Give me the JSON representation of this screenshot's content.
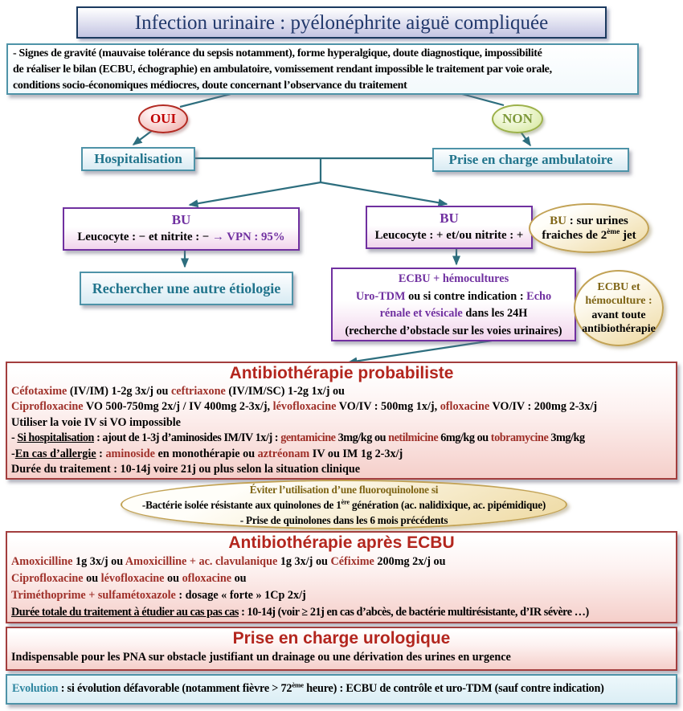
{
  "palette": {
    "teal_accent": "#2e86a0",
    "purple_accent": "#7030a0",
    "title_red": "#b3261e",
    "drug_red": "#9e2f28",
    "gold_accent": "#7e6414",
    "navy_title": "#21386b"
  },
  "title": "Infection urinaire : pyélonéphrite aiguë compliquée",
  "criteria": {
    "lines": [
      "- Signes de gravité (mauvaise tolérance du sepsis notamment), forme hyperalgique, doute diagnostique, impossibilité",
      "de réaliser le bilan (ECBU, échographie) en ambulatoire, vomissement rendant impossible le traitement par voie orale,",
      "conditions socio-économiques médiocres, doute concernant l’observance du traitement"
    ]
  },
  "decision": {
    "yes": "OUI",
    "no": "NON"
  },
  "hospitalisation": {
    "label": "Hospitalisation"
  },
  "ambulatoire": {
    "label": "Prise en charge ambulatoire"
  },
  "bu_negative": {
    "title": "BU",
    "line": [
      {
        "t": "Leucocyte : − et nitrite : − "
      },
      {
        "t": "→ VPN : 95%",
        "c": "purple"
      }
    ]
  },
  "bu_positive": {
    "title": "BU",
    "line": [
      {
        "t": "Leucocyte : + "
      },
      {
        "t": "et/ou",
        "c": "b"
      },
      {
        "t": " nitrite : +"
      }
    ]
  },
  "bu_note": {
    "line1": [
      {
        "t": "BU",
        "c": "gold"
      },
      {
        "t": " : sur urines"
      }
    ],
    "line2": [
      {
        "t": "fraiches de 2"
      },
      {
        "t": "ème",
        "c": "sup"
      },
      {
        "t": " jet"
      }
    ]
  },
  "etiologie": {
    "label": "Rechercher une autre étiologie"
  },
  "ecbu": {
    "lines": [
      [
        {
          "t": "ECBU + hémocultures",
          "c": "purple"
        }
      ],
      [
        {
          "t": "Uro-TDM",
          "c": "purple"
        },
        {
          "t": " ou si contre indication : "
        },
        {
          "t": "Echo",
          "c": "purple"
        }
      ],
      [
        {
          "t": "rénale et vésicale",
          "c": "purple"
        },
        {
          "t": " dans les 24H"
        }
      ],
      [
        {
          "t": "(recherche d’obstacle sur les voies urinaires)"
        }
      ]
    ]
  },
  "ecbu_note": {
    "lines": [
      [
        {
          "t": "ECBU et",
          "c": "gold"
        }
      ],
      [
        {
          "t": "hémoculture :",
          "c": "gold"
        }
      ],
      [
        {
          "t": "avant toute"
        }
      ],
      [
        {
          "t": "antibiothérapie"
        }
      ]
    ]
  },
  "probabiliste": {
    "title": "Antibiothérapie probabiliste",
    "lines": [
      [
        {
          "t": "Céfotaxime ",
          "c": "red"
        },
        {
          "t": "(IV/IM) 1-2g 3x/j ou "
        },
        {
          "t": "ceftriaxone ",
          "c": "red"
        },
        {
          "t": "(IV/IM/SC) 1-2g 1x/j ou"
        }
      ],
      [
        {
          "t": "Ciprofloxacine ",
          "c": "red"
        },
        {
          "t": "VO 500-750mg 2x/j / IV 400mg 2-3x/j, "
        },
        {
          "t": "lévofloxacine ",
          "c": "red"
        },
        {
          "t": "VO/IV : 500mg 1x/j, "
        },
        {
          "t": "ofloxacine ",
          "c": "red"
        },
        {
          "t": "VO/IV : 200mg 2-3x/j"
        }
      ],
      [
        {
          "t": "Utiliser la voie IV si VO impossible"
        }
      ],
      [
        {
          "t": "- "
        },
        {
          "t": "Si hospitalisation",
          "c": "u"
        },
        {
          "t": " : ajout de 1-3j d’aminosides IM/IV 1x/j : "
        },
        {
          "t": "gentamicine ",
          "c": "red"
        },
        {
          "t": "3mg/kg ou "
        },
        {
          "t": "netilmicine ",
          "c": "red"
        },
        {
          "t": "6mg/kg ou "
        },
        {
          "t": "tobramycine ",
          "c": "red"
        },
        {
          "t": "3mg/kg"
        }
      ],
      [
        {
          "t": "-"
        },
        {
          "t": "En cas d’allergie",
          "c": "u"
        },
        {
          "t": " : "
        },
        {
          "t": "aminoside ",
          "c": "red"
        },
        {
          "t": "en monothérapie ou "
        },
        {
          "t": "aztréonam ",
          "c": "red"
        },
        {
          "t": "IV ou IM 1g 2-3x/j"
        }
      ],
      [
        {
          "t": "Durée du traitement : 10-14j voire 21j ou plus selon la situation clinique"
        }
      ]
    ]
  },
  "fluoroquinolone": {
    "lines": [
      [
        {
          "t": "Éviter l’utilisation d’une fluoroquinolone si",
          "c": "gold"
        }
      ],
      [
        {
          "t": "-Bactérie isolée résistante aux quinolones de 1"
        },
        {
          "t": "ère",
          "c": "sup"
        },
        {
          "t": " génération (ac. nalidixique, ac. pipémidique)"
        }
      ],
      [
        {
          "t": "- Prise de quinolones dans les 6 mois précédents"
        }
      ]
    ]
  },
  "apres_ecbu": {
    "title": "Antibiothérapie après ECBU",
    "lines": [
      [
        {
          "t": "Amoxicilline ",
          "c": "red"
        },
        {
          "t": "1g 3x/j ou "
        },
        {
          "t": "Amoxicilline + ac. clavulanique ",
          "c": "red"
        },
        {
          "t": "1g 3x/j ou "
        },
        {
          "t": "Céfixime ",
          "c": "red"
        },
        {
          "t": "200mg 2x/j ou"
        }
      ],
      [
        {
          "t": "Ciprofloxacine ",
          "c": "red"
        },
        {
          "t": "ou "
        },
        {
          "t": "lévofloxacine ",
          "c": "red"
        },
        {
          "t": "ou "
        },
        {
          "t": "ofloxacine ",
          "c": "red"
        },
        {
          "t": "ou"
        }
      ],
      [
        {
          "t": "Triméthoprime + sulfamétoxazole",
          "c": "red"
        },
        {
          "t": " : dosage « forte » 1Cp 2x/j"
        }
      ],
      [
        {
          "t": "Durée totale du traitement à étudier au cas pas cas",
          "c": "u"
        },
        {
          "t": " : 10-14j (voir ≥ 21j en cas d’abcès, de bactérie multirésistante, d’IR sévère …)"
        }
      ]
    ]
  },
  "urologique": {
    "title": "Prise en charge urologique",
    "line": "Indispensable pour les PNA sur obstacle justifiant un drainage ou une dérivation des urines en urgence"
  },
  "evolution": {
    "segments": [
      {
        "t": "Evolution",
        "c": "teal"
      },
      {
        "t": " : si évolution défavorable (notamment fièvre > 72"
      },
      {
        "t": "ème",
        "c": "sup"
      },
      {
        "t": " heure) : ECBU de contrôle et uro-TDM (sauf contre indication)"
      }
    ]
  }
}
